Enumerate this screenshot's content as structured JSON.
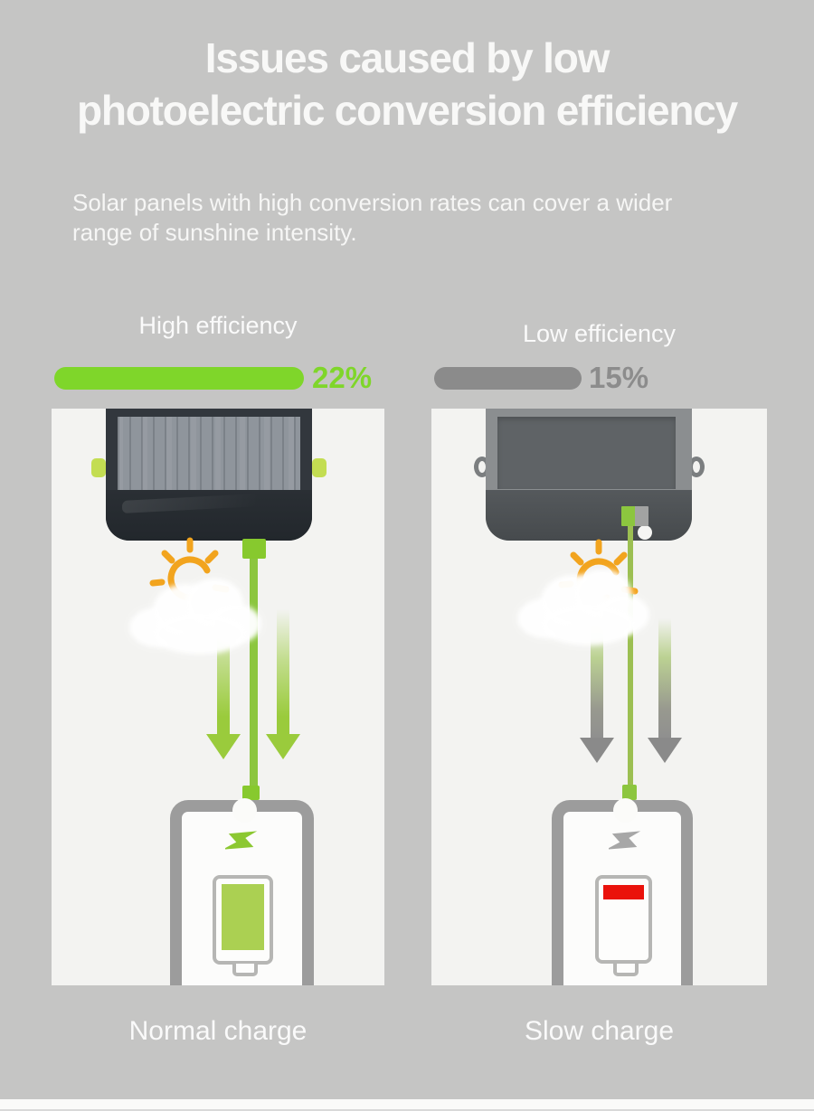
{
  "poster": {
    "title_lines": [
      "Issues caused by low",
      "photoelectric conversion efficiency"
    ],
    "subtitle_lines": [
      "Solar panels with high conversion rates can cover a wider",
      "range of sunshine intensity."
    ]
  },
  "comparison": {
    "high": {
      "label": "High efficiency",
      "value_label": "22%",
      "efficiency_percent": 22,
      "bar_color": "#7fd62a",
      "caption": "Normal charge"
    },
    "low": {
      "label": "Low efficiency",
      "value_label": "15%",
      "efficiency_percent": 15,
      "bar_color": "#8b8b8b",
      "caption": "Slow charge"
    }
  },
  "icons": {
    "high": [
      "solar-panel-icon",
      "sun-icon",
      "cloud-icon",
      "down-arrow-icon",
      "charging-cable",
      "phone-icon",
      "lightning-icon",
      "battery-full-icon"
    ],
    "low": [
      "solar-panel-icon",
      "sun-icon",
      "cloud-icon",
      "down-arrow-icon",
      "charging-cable",
      "phone-icon",
      "lightning-icon",
      "battery-low-icon"
    ]
  },
  "colors": {
    "background": "#c5c5c4",
    "card": "#f3f3f1",
    "accent_green": "#7fd62a",
    "bar_gray": "#8b8b8b",
    "battery_red": "#ea120b",
    "sun_orange": "#f2a41e",
    "panel_dark": "#32373d",
    "panel_gray": "#8b8e90",
    "text_white": "#fafafa"
  }
}
